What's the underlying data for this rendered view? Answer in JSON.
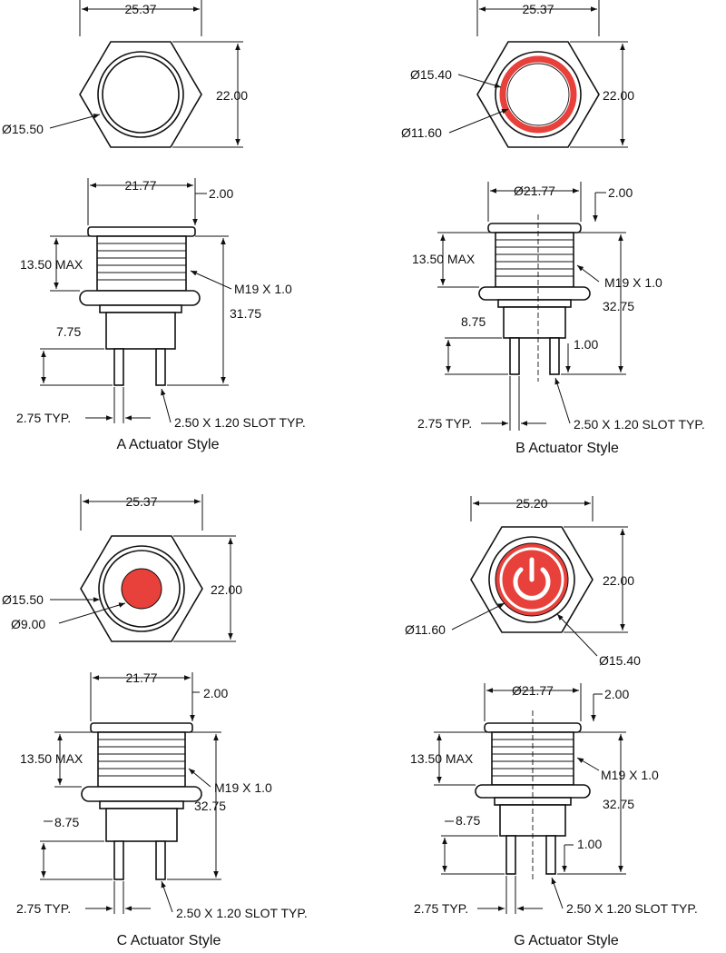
{
  "colors": {
    "led_red": "#e8403a",
    "ink": "#111111"
  },
  "panels": [
    {
      "caption": "A Actuator Style",
      "top": {
        "width": "25.37",
        "height": "22.00",
        "dia_outer": "Ø15.50",
        "dia_inner": ""
      },
      "side": {
        "head": "21.77",
        "cap": "2.00",
        "thread_len": "13.50 MAX",
        "thread": "M19 X 1.0",
        "total": "31.75",
        "pin": "7.75",
        "aux": "",
        "pitch": "2.75 TYP.",
        "slot": "2.50 X 1.20 SLOT TYP."
      }
    },
    {
      "caption": "B Actuator Style",
      "top": {
        "width": "25.37",
        "height": "22.00",
        "dia_outer": "Ø15.40",
        "dia_inner": "Ø11.60"
      },
      "side": {
        "head": "Ø21.77",
        "cap": "2.00",
        "thread_len": "13.50 MAX",
        "thread": "M19 X 1.0",
        "total": "32.75",
        "pin": "8.75",
        "aux": "1.00",
        "pitch": "2.75 TYP.",
        "slot": "2.50 X 1.20 SLOT TYP."
      }
    },
    {
      "caption": "C Actuator Style",
      "top": {
        "width": "25.37",
        "height": "22.00",
        "dia_outer": "Ø15.50",
        "dia_inner": "Ø9.00"
      },
      "side": {
        "head": "21.77",
        "cap": "2.00",
        "thread_len": "13.50 MAX",
        "thread": "M19 X 1.0",
        "total": "32.75",
        "pin": "8.75",
        "aux": "",
        "pitch": "2.75 TYP.",
        "slot": "2.50 X 1.20 SLOT TYP."
      }
    },
    {
      "caption": "G Actuator Style",
      "top": {
        "width": "25.20",
        "height": "22.00",
        "dia_outer": "Ø15.40",
        "dia_inner": "Ø11.60"
      },
      "side": {
        "head": "Ø21.77",
        "cap": "2.00",
        "thread_len": "13.50 MAX",
        "thread": "M19 X 1.0",
        "total": "32.75",
        "pin": "8.75",
        "aux": "1.00",
        "pitch": "2.75 TYP.",
        "slot": "2.50 X 1.20 SLOT TYP."
      }
    }
  ]
}
